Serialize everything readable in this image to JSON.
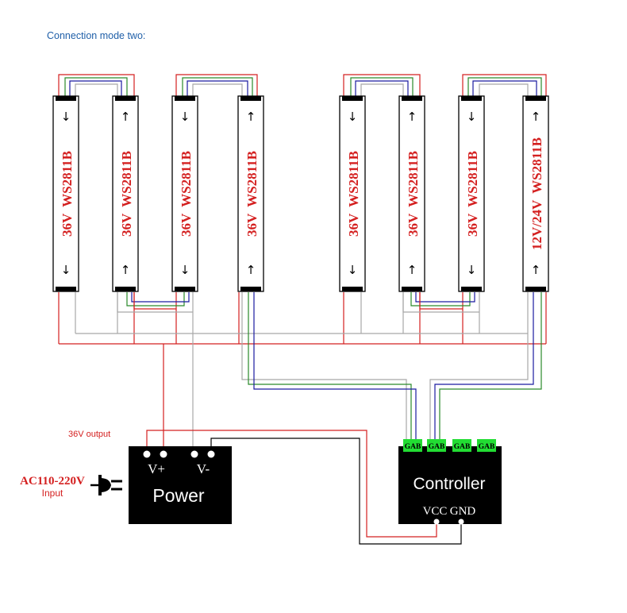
{
  "title": "Connection mode two:",
  "strips": [
    {
      "label": "36V  WS2811B",
      "arrow": "↓"
    },
    {
      "label": "36V  WS2811B",
      "arrow": "↑"
    },
    {
      "label": "36V  WS2811B",
      "arrow": "↓"
    },
    {
      "label": "36V  WS2811B",
      "arrow": "↑"
    },
    {
      "label": "36V  WS2811B",
      "arrow": "↓"
    },
    {
      "label": "36V  WS2811B",
      "arrow": "↑"
    },
    {
      "label": "36V  WS2811B",
      "arrow": "↓"
    },
    {
      "label": "12V/24V  WS2811B",
      "arrow": "↑"
    }
  ],
  "power": {
    "title": "Power",
    "vplus": "V+",
    "vminus": "V-",
    "output_label": "36V output",
    "ac_label": "AC110-220V",
    "input_label": "Input"
  },
  "controller": {
    "title": "Controller",
    "vcc": "VCC",
    "gnd": "GND",
    "ports": [
      "GAB",
      "GAB",
      "GAB",
      "GAB"
    ]
  },
  "colors": {
    "red": "#d42020",
    "green": "#2a8a2a",
    "blue": "#1a1aa0",
    "gray": "#a8a8a8",
    "black": "#000000",
    "title_blue": "#1f5fa8",
    "port_green": "#22dd33"
  }
}
